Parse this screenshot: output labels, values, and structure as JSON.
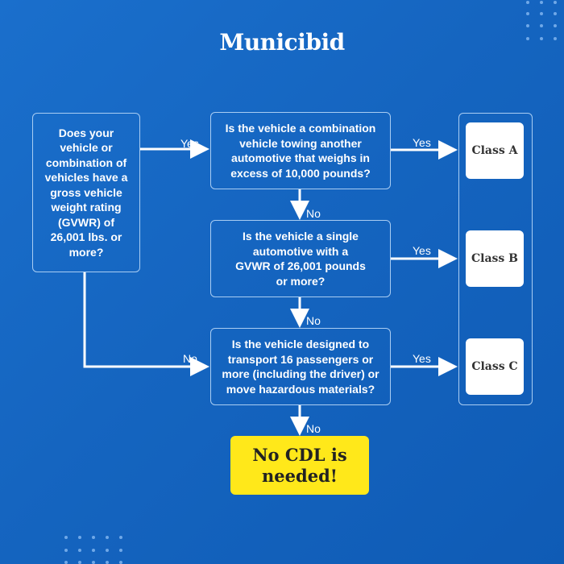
{
  "title": "Municibid",
  "start_question": "Does your vehicle or combination of vehicles have a gross vehicle weight rating (GVWR) of 26,001 lbs. or more?",
  "questions": [
    "Is the vehicle a combination vehicle towing another automotive that weighs in excess of 10,000 pounds?",
    "Is the vehicle a single automotive with a GVWR of 26,001 pounds or more?",
    "Is the vehicle designed to transport 16 passengers or more (including the driver) or move hazardous materials?"
  ],
  "classes": [
    "Class A",
    "Class B",
    "Class C"
  ],
  "labels": {
    "yes": "Yes",
    "no": "No"
  },
  "result": "No CDL is needed!",
  "colors": {
    "background": "#1565c0",
    "result": "#ffe81a",
    "border": "#a9cdf3"
  }
}
